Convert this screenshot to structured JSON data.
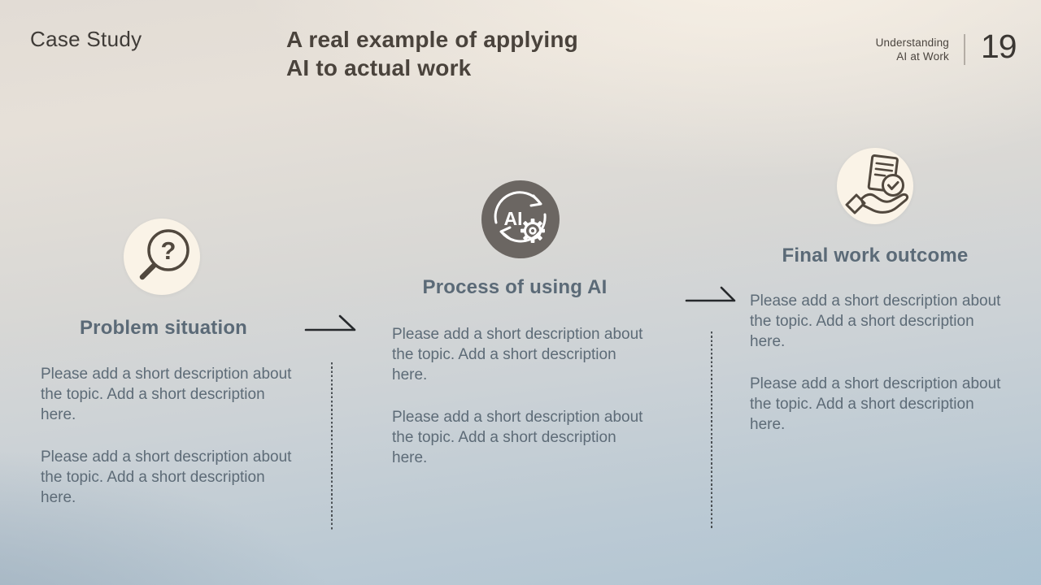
{
  "header": {
    "kicker": "Case Study",
    "title_line1": "A real example of applying",
    "title_line2": "AI to actual work",
    "brand_line1": "Understanding",
    "brand_line2": "AI at Work",
    "page_number": "19"
  },
  "columns": [
    {
      "icon": "magnifier-question-icon",
      "heading": "Problem situation",
      "paragraphs": [
        "Please add a short description about the topic. Add a short description here.",
        "Please add a short description about the topic. Add a short description here."
      ]
    },
    {
      "icon": "ai-cycle-gear-icon",
      "heading": "Process of using AI",
      "ai_label": "AI",
      "paragraphs": [
        "Please add a short description about the topic. Add a short description here.",
        "Please add a short description about the topic. Add a short description here."
      ]
    },
    {
      "icon": "hand-document-check-icon",
      "heading": "Final work outcome",
      "paragraphs": [
        "Please add a short description about the topic. Add a short description here.",
        "Please add a short description about the topic. Add a short description here."
      ]
    }
  ],
  "colors": {
    "background_top_left": "#e2dcd5",
    "background_top_right": "#f8f1e6",
    "background_bottom": "#b0c4d2",
    "cream_circle": "#faf3e7",
    "dark_circle": "#6b6662",
    "icon_stroke": "#51483e",
    "heading_text": "#5b6a77",
    "body_text": "#5d6b77",
    "title_text": "#4a433c",
    "arrow_stroke": "#26292c"
  }
}
